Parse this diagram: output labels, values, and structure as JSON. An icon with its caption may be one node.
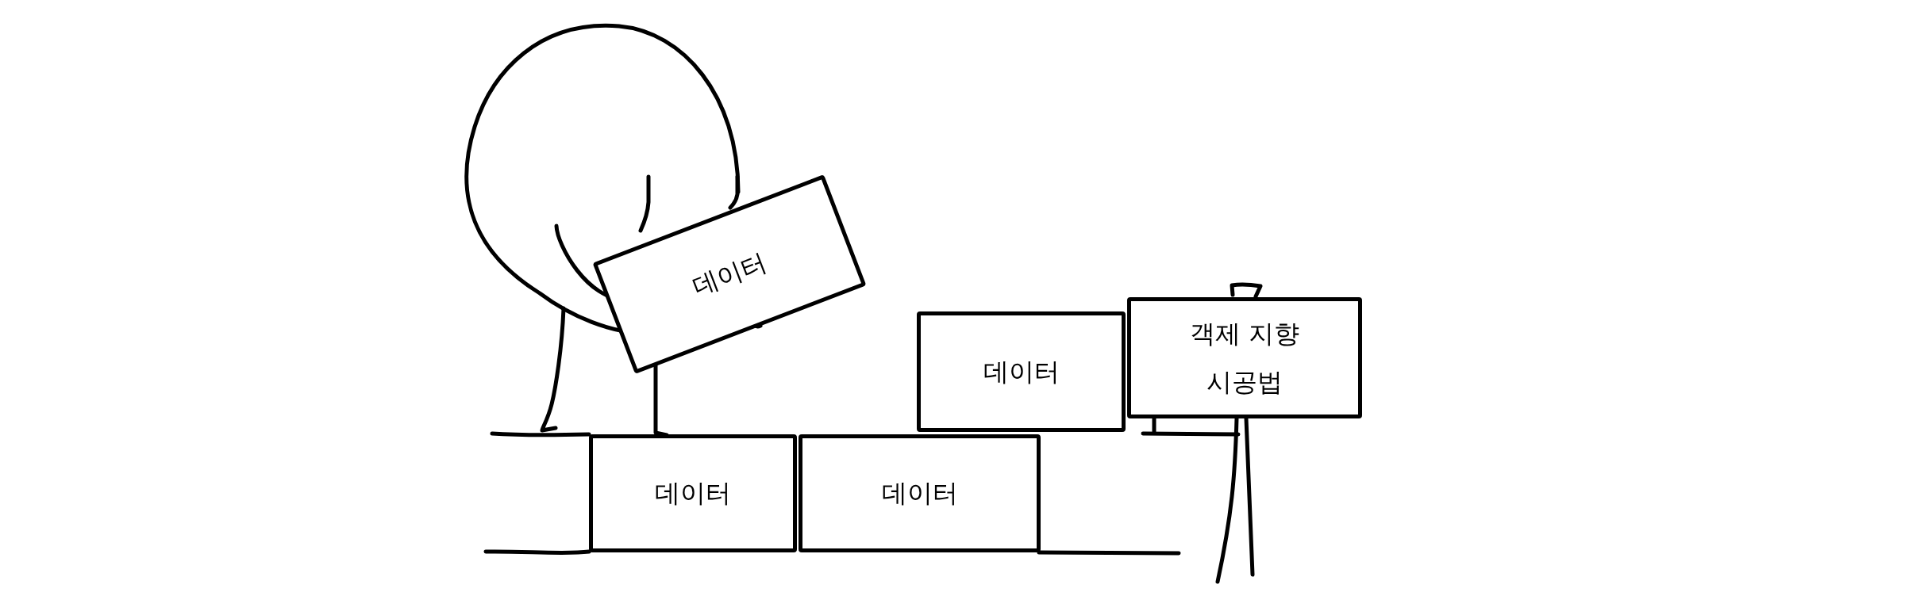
{
  "diagram": {
    "nodes": [
      {
        "text": [
          "데이터"
        ]
      },
      {
        "text": [
          "객제 지향 시공법"
        ]
      },
      {
        "text": [
          "데이터"
        ]
      },
      {
        "text": [
          "데이터"
        ]
      },
      {
        "text": [
          "데이터"
        ]
      }
    ]
  }
}
